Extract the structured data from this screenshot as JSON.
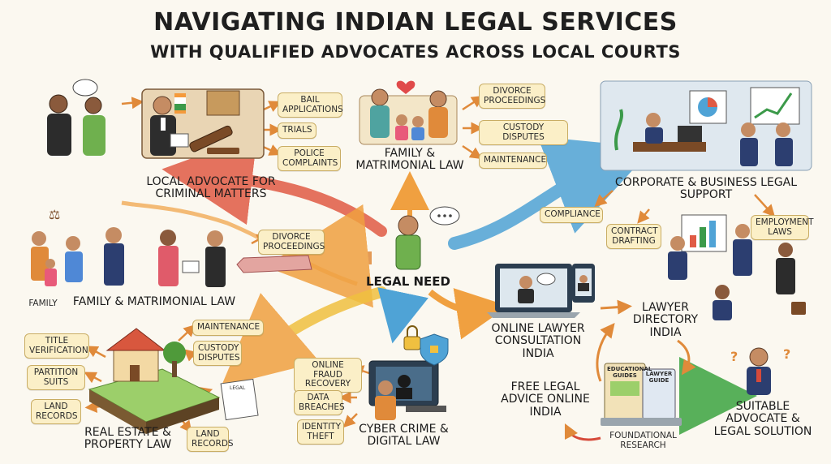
{
  "title": {
    "line1": "Navigating Indian Legal Services",
    "line2": "With Qualified Advocates Across Local Courts"
  },
  "center": {
    "label": "Legal Need"
  },
  "nodes": {
    "criminal": {
      "label": "Local Advocate for Criminal Matters",
      "tags": [
        "Bail Applications",
        "Trials",
        "Police Complaints"
      ]
    },
    "family_top": {
      "label": "Family & Matrimonial Law",
      "tags": [
        "Divorce Proceedings",
        "Custody Disputes",
        "Maintenance"
      ]
    },
    "corporate": {
      "label": "Corporate & Business Legal Support",
      "tags": [
        "Compliance",
        "Contract Drafting",
        "Employment Laws"
      ]
    },
    "family_left": {
      "label": "Family & Matrimonial Law",
      "sublabel": "Family",
      "tags": [
        "Divorce Proceedings"
      ]
    },
    "real_estate": {
      "label": "Real Estate & Property Law",
      "tags": [
        "Title Verification",
        "Partition Suits",
        "Land Records",
        "Maintenance",
        "Custody Disputes",
        "Land Records"
      ]
    },
    "cyber": {
      "label": "Cyber Crime & Digital Law",
      "tags": [
        "Online Fraud Recovery",
        "Data Breaches",
        "Identity Theft"
      ]
    },
    "online": {
      "label": "Online Lawyer Consultation India"
    },
    "directory": {
      "label": "Lawyer Directory India"
    },
    "free_advice": {
      "label": "Free Legal Advice Online India"
    },
    "research": {
      "label": "Foundational Research",
      "guide1": "Educational Guides",
      "guide2": "Lawyer Guide"
    },
    "suitable": {
      "label": "Suitable Advocate & Legal Solution"
    }
  },
  "colors": {
    "background": "#fbf8f0",
    "tag_fill": "#fbefc7",
    "arrow_red": "#e05b45",
    "arrow_orange": "#f0a040",
    "arrow_blue": "#4fa3d6",
    "arrow_green": "#58b05a"
  }
}
